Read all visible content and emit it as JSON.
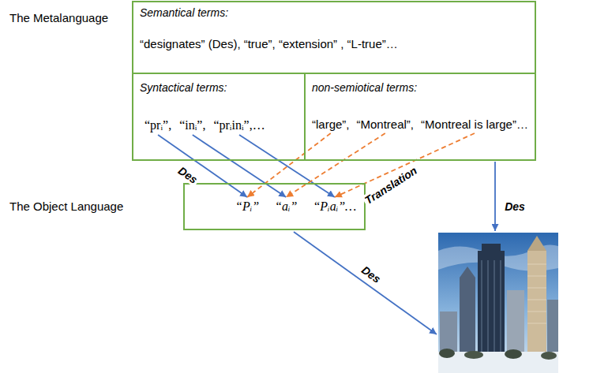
{
  "diagram": {
    "nodes": [
      {
        "text": [
          "The Metalanguage"
        ]
      },
      {
        "text": [
          "Semantical terms:",
          "“designates” (Des), “true”, “extension” , “L-true”…"
        ],
        "in": 0
      },
      {
        "text": [
          "Syntactical terms:"
        ],
        "in": 0
      },
      {
        "text": [
          "“prᵢ”,"
        ],
        "in": 2
      },
      {
        "text": [
          "“inᵢ”,"
        ],
        "in": 2
      },
      {
        "text": [
          "“prᵢinᵢ”,…"
        ],
        "in": 2
      },
      {
        "text": [
          "non-semiotical terms:"
        ],
        "in": 0
      },
      {
        "text": [
          "“large”,"
        ],
        "in": 6
      },
      {
        "text": [
          "“Montreal”,"
        ],
        "in": 6
      },
      {
        "text": [
          "“Montreal is large”…"
        ],
        "in": 6
      },
      {
        "text": [
          "The Object Language"
        ]
      },
      {
        "text": [
          "“Pᵢ”"
        ],
        "in": 10
      },
      {
        "text": [
          "“aᵢ”"
        ],
        "in": 10
      },
      {
        "text": [
          "“Pᵢaᵢ”…"
        ],
        "in": 10
      }
    ],
    "edges": [
      {
        "from": 3,
        "to": 11,
        "arrow": "to",
        "label": "Des"
      },
      {
        "from": 4,
        "to": 12,
        "arrow": "to"
      },
      {
        "from": 5,
        "to": 13,
        "arrow": "to"
      },
      {
        "from": 7,
        "to": 11,
        "arrow": "to"
      },
      {
        "from": 8,
        "to": 12,
        "arrow": "to",
        "label": "Translation"
      },
      {
        "from": 9,
        "to": 13,
        "arrow": "to"
      }
    ],
    "labels": [
      "Des",
      "Des"
    ]
  }
}
